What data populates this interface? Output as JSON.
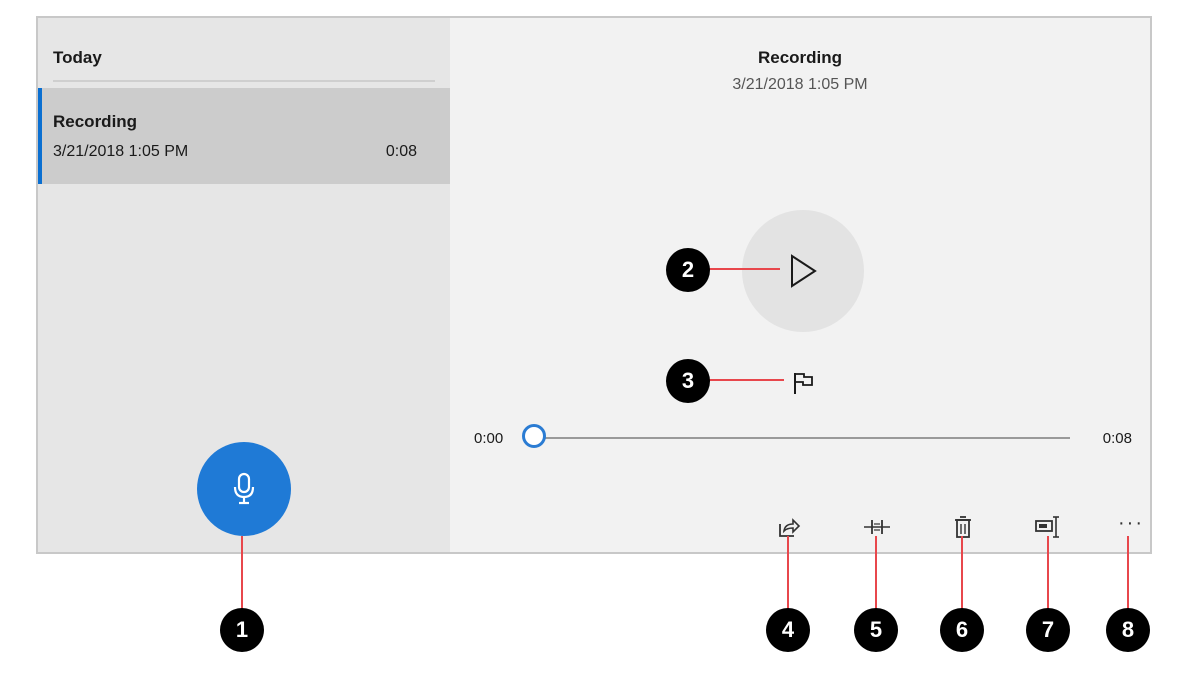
{
  "sidebar": {
    "group_header": "Today",
    "recordings": [
      {
        "title": "Recording",
        "date": "3/21/2018 1:05 PM",
        "duration": "0:08"
      }
    ]
  },
  "main": {
    "title": "Recording",
    "date": "3/21/2018 1:05 PM"
  },
  "playback": {
    "current_time": "0:00",
    "total_time": "0:08",
    "progress": 0
  },
  "toolbar": {
    "more_label": "···"
  },
  "icons": {
    "record": "microphone-icon",
    "play": "play-icon",
    "marker": "flag-icon",
    "share": "share-icon",
    "trim": "trim-icon",
    "delete": "trash-icon",
    "rename": "rename-icon",
    "more": "more-icon"
  },
  "callouts": [
    "1",
    "2",
    "3",
    "4",
    "5",
    "6",
    "7",
    "8"
  ],
  "colors": {
    "accent": "#1f7ad6",
    "callout_line": "#e8474c",
    "badge": "#000000"
  }
}
